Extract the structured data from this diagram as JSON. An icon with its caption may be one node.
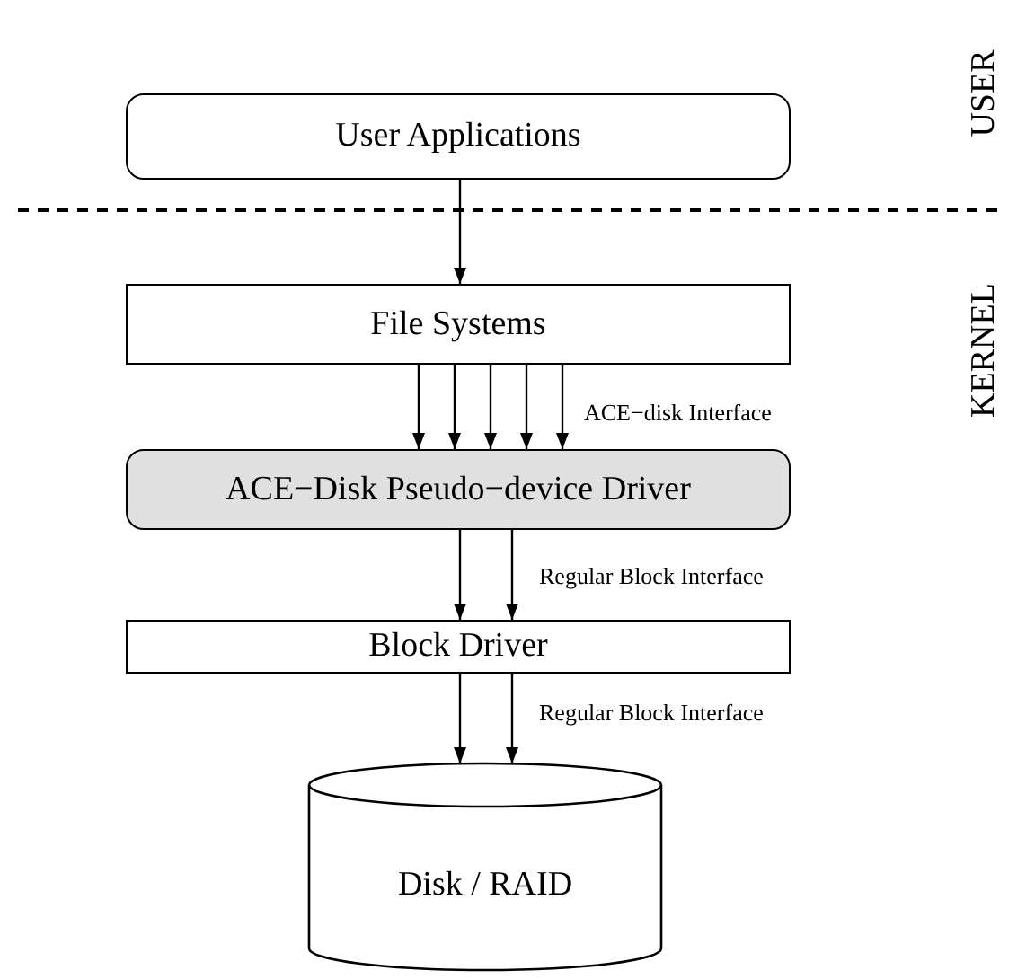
{
  "diagram": {
    "nodes": [
      {
        "text": [
          "User Applications"
        ]
      },
      {
        "text": [
          "File Systems"
        ]
      },
      {
        "text": [
          "ACE−Disk Pseudo−device Driver"
        ]
      },
      {
        "text": [
          "Block Driver"
        ]
      },
      {
        "text": [
          "Disk / RAID"
        ]
      }
    ],
    "edges": [
      {
        "from": 0,
        "to": 1,
        "arrow": "to"
      },
      {
        "from": 1,
        "to": 2,
        "arrow": "to"
      },
      {
        "from": 1,
        "to": 2,
        "arrow": "to"
      },
      {
        "from": 1,
        "to": 2,
        "arrow": "to"
      },
      {
        "from": 1,
        "to": 2,
        "arrow": "to"
      },
      {
        "from": 1,
        "to": 2,
        "arrow": "to",
        "label": "ACE−disk Interface"
      },
      {
        "from": 2,
        "to": 3,
        "arrow": "to"
      },
      {
        "from": 2,
        "to": 3,
        "arrow": "to",
        "label": "Regular Block Interface"
      },
      {
        "from": 3,
        "to": 4,
        "arrow": "to"
      },
      {
        "from": 3,
        "to": 4,
        "arrow": "to",
        "label": "Regular Block Interface"
      }
    ],
    "labels": [
      "USER",
      "KERNEL"
    ]
  }
}
